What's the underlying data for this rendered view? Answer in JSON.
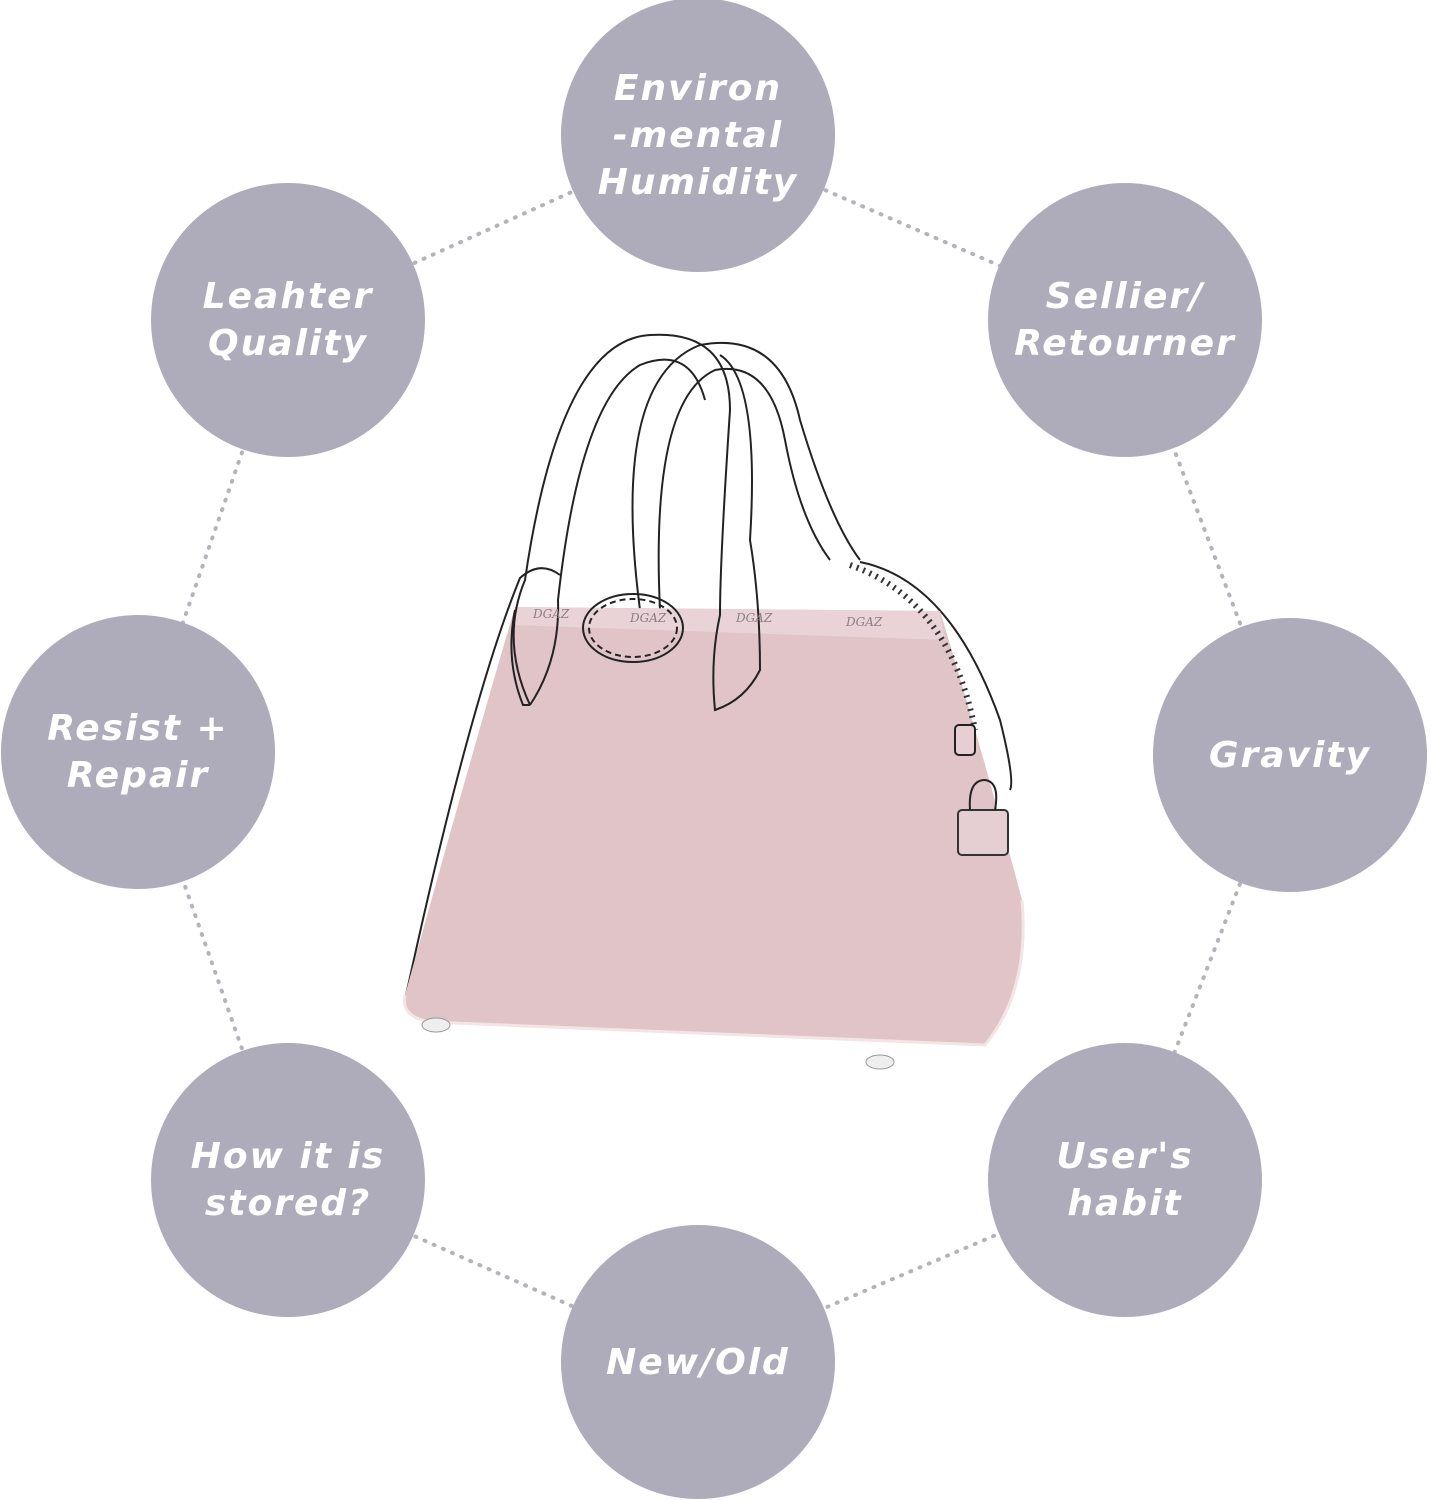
{
  "factors": [
    {
      "id": "humidity",
      "label": "Environ\n-mental\nHumidity"
    },
    {
      "id": "leather",
      "label": "Leahter\nQuality"
    },
    {
      "id": "sellier",
      "label": "Sellier/\nRetourner"
    },
    {
      "id": "resist",
      "label": "Resist +\nRepair"
    },
    {
      "id": "gravity",
      "label": "Gravity"
    },
    {
      "id": "stored",
      "label": "How it is\nstored?"
    },
    {
      "id": "habit",
      "label": "User's\nhabit"
    },
    {
      "id": "newold",
      "label": "New/Old"
    }
  ],
  "bag": {
    "brand": "DGAZ"
  },
  "colors": {
    "circle": "#aeacbb",
    "bag": "#e0c4c8",
    "dots": "#b4b3bb"
  }
}
